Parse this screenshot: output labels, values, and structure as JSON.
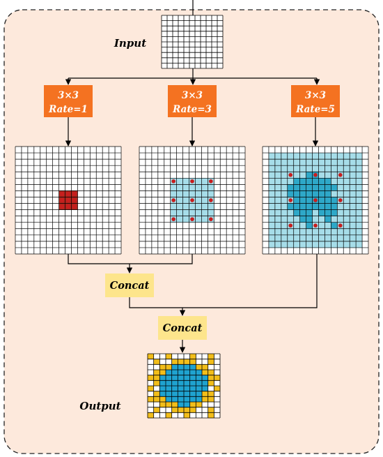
{
  "labels": {
    "input": "Input",
    "output": "Output",
    "concat_1": "Concat",
    "concat_2": "Concat"
  },
  "branches": [
    {
      "kernel": "3×3",
      "rate": "Rate=1"
    },
    {
      "kernel": "3×3",
      "rate": "Rate=3"
    },
    {
      "kernel": "3×3",
      "rate": "Rate=5"
    }
  ],
  "grids": {
    "input": {
      "rows": 10,
      "cols": 11
    },
    "feature": {
      "rows": 17,
      "cols": 17
    },
    "output": {
      "rows": 12,
      "cols": 12
    }
  },
  "colors": {
    "panel_background": "#fde9dc",
    "branch_box": "#f47221",
    "concat_box": "#fde58c",
    "light_cyan": "#a6dde9",
    "dark_cyan": "#2ea8c8",
    "red_dot": "#c81e1e",
    "dark_red": "#b3261e",
    "yellow": "#f2be1a",
    "blue": "#1fa3d0"
  }
}
